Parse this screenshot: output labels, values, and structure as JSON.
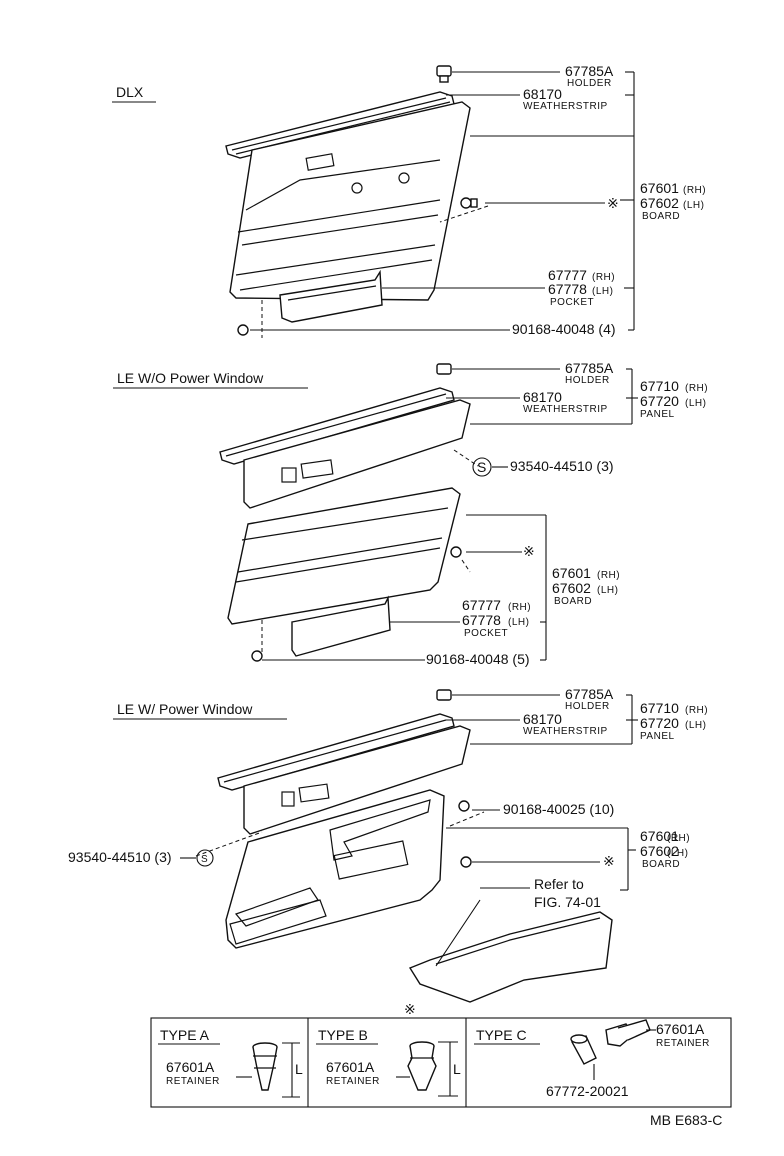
{
  "sections": {
    "dlx": {
      "title": "DLX",
      "holder": "67785A",
      "holder_label": "HOLDER",
      "weatherstrip": "68170",
      "weatherstrip_label": "WEATHERSTRIP",
      "board_rh": "67601",
      "board_lh": "67602",
      "board_label": "BOARD",
      "pocket_rh": "67777",
      "pocket_lh": "67778",
      "pocket_label": "POCKET",
      "clip": "90168-40048 (4)"
    },
    "le_wo": {
      "title": "LE  W/O  Power Window",
      "holder": "67785A",
      "holder_label": "HOLDER",
      "weatherstrip": "68170",
      "weatherstrip_label": "WEATHERSTRIP",
      "panel_rh": "67710",
      "panel_lh": "67720",
      "panel_label": "PANEL",
      "screw": "93540-44510 (3)",
      "board_rh": "67601",
      "board_lh": "67602",
      "board_label": "BOARD",
      "pocket_rh": "67777",
      "pocket_lh": "67778",
      "pocket_label": "POCKET",
      "clip": "90168-40048 (5)"
    },
    "le_w": {
      "title": "LE  W/ Power Window",
      "holder": "67785A",
      "holder_label": "HOLDER",
      "weatherstrip": "68170",
      "weatherstrip_label": "WEATHERSTRIP",
      "panel_rh": "67710",
      "panel_lh": "67720",
      "panel_label": "PANEL",
      "clip": "90168-40025 (10)",
      "screw": "93540-44510 (3)",
      "board_rh": "67601",
      "board_lh": "67602",
      "board_label": "BOARD",
      "refer_1": "Refer to",
      "refer_2": "FIG. 74-01"
    }
  },
  "suffix_rh": "(RH)",
  "suffix_lh": "(LH)",
  "screw_symbol": "S",
  "asterisk": "※",
  "types": [
    {
      "title": "TYPE A",
      "part": "67601A",
      "label": "RETAINER",
      "dim": "L"
    },
    {
      "title": "TYPE B",
      "part": "67601A",
      "label": "RETAINER",
      "dim": "L"
    },
    {
      "title": "TYPE C",
      "part": "67601A",
      "label": "RETAINER",
      "extra_part": "67772-20021"
    }
  ],
  "figure_code": "MB  E683-C"
}
